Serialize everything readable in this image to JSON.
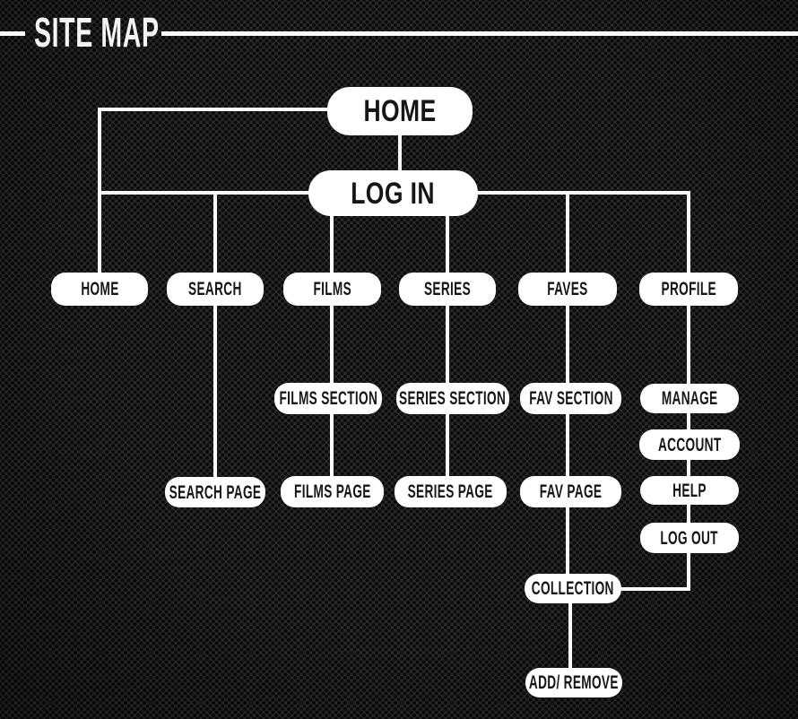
{
  "title": "SITE MAP",
  "colors": {
    "background": "#2b2a28",
    "texture_dot": "#0a0a0a",
    "node_fill": "#ffffff",
    "node_text": "#161616",
    "connector": "#fbfbfb",
    "title_text": "#f4f4f4"
  },
  "nodes": {
    "home_root": "HOME",
    "login": "LOG IN",
    "nav_home": "HOME",
    "nav_search": "SEARCH",
    "nav_films": "FILMS",
    "nav_series": "SERIES",
    "nav_faves": "FAVES",
    "nav_profile": "PROFILE",
    "films_section": "FILMS SECTION",
    "series_section": "SERIES SECTION",
    "fav_section": "FAV SECTION",
    "manage": "MANAGE",
    "account": "ACCOUNT",
    "search_page": "SEARCH PAGE",
    "films_page": "FILMS PAGE",
    "series_page": "SERIES PAGE",
    "fav_page": "FAV PAGE",
    "help": "HELP",
    "log_out": "LOG OUT",
    "collection": "COLLECTION",
    "add_remove": "ADD/ REMOVE"
  },
  "edges": [
    [
      "home_root",
      "login"
    ],
    [
      "home_root",
      "nav_home"
    ],
    [
      "login",
      "nav_home"
    ],
    [
      "login",
      "nav_search"
    ],
    [
      "login",
      "nav_films"
    ],
    [
      "login",
      "nav_series"
    ],
    [
      "login",
      "nav_faves"
    ],
    [
      "login",
      "nav_profile"
    ],
    [
      "nav_search",
      "search_page"
    ],
    [
      "nav_films",
      "films_section"
    ],
    [
      "films_section",
      "films_page"
    ],
    [
      "nav_series",
      "series_section"
    ],
    [
      "series_section",
      "series_page"
    ],
    [
      "nav_faves",
      "fav_section"
    ],
    [
      "fav_section",
      "fav_page"
    ],
    [
      "fav_page",
      "collection"
    ],
    [
      "collection",
      "add_remove"
    ],
    [
      "nav_profile",
      "manage"
    ],
    [
      "manage",
      "account"
    ],
    [
      "account",
      "help"
    ],
    [
      "help",
      "log_out"
    ],
    [
      "log_out",
      "collection"
    ]
  ]
}
